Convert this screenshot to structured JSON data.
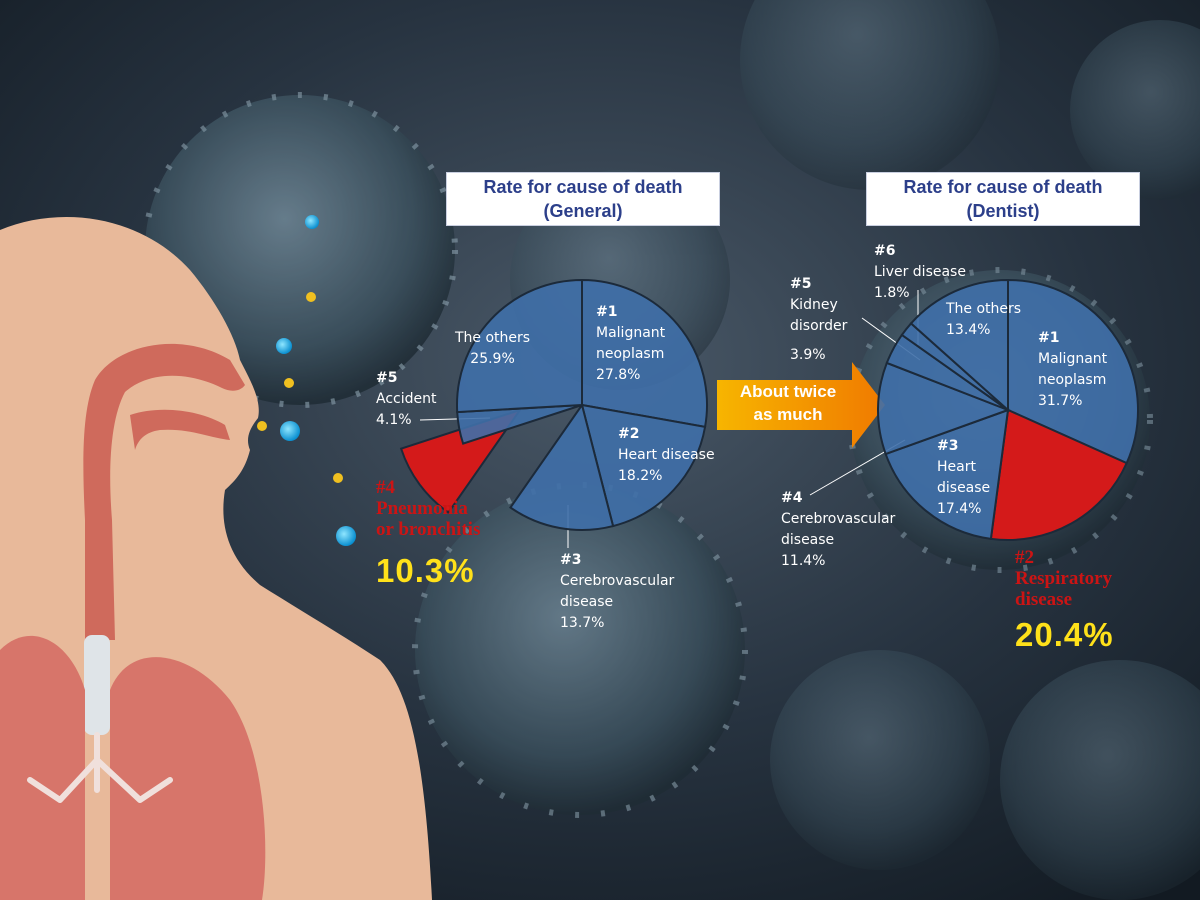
{
  "colors": {
    "slice_blue": "#3f6fa8",
    "slice_red": "#d41a1a",
    "title_text": "#2c3f8a",
    "highlight_yellow": "#ffe11a",
    "arrow_orange": "#f28a00"
  },
  "arrow": {
    "line1": "About twice",
    "line2": "as much"
  },
  "chart_data": [
    {
      "type": "pie",
      "title": [
        "Rate for cause of death",
        "(General)"
      ],
      "slices": [
        {
          "rank": "#1",
          "name": [
            "Malignant",
            "neoplasm"
          ],
          "value": 27.8,
          "label": "27.8%",
          "highlight": false
        },
        {
          "rank": "#2",
          "name": [
            "Heart disease"
          ],
          "value": 18.2,
          "label": "18.2%",
          "highlight": false
        },
        {
          "rank": "#3",
          "name": [
            "Cerebrovascular",
            "disease"
          ],
          "value": 13.7,
          "label": "13.7%",
          "highlight": false
        },
        {
          "rank": "#4",
          "name": [
            "Pneumonia",
            "or bronchitis"
          ],
          "value": 10.3,
          "label": "10.3%",
          "highlight": true
        },
        {
          "rank": "#5",
          "name": [
            "Accident"
          ],
          "value": 4.1,
          "label": "4.1%",
          "highlight": false
        },
        {
          "rank": "",
          "name": [
            "The others"
          ],
          "value": 25.9,
          "label": "25.9%",
          "highlight": false
        }
      ]
    },
    {
      "type": "pie",
      "title": [
        "Rate for cause of death",
        "(Dentist)"
      ],
      "slices": [
        {
          "rank": "#1",
          "name": [
            "Malignant",
            "neoplasm"
          ],
          "value": 31.7,
          "label": "31.7%",
          "highlight": false
        },
        {
          "rank": "#2",
          "name": [
            "Respiratory",
            "disease"
          ],
          "value": 20.4,
          "label": "20.4%",
          "highlight": true
        },
        {
          "rank": "#3",
          "name": [
            "Heart",
            "disease"
          ],
          "value": 17.4,
          "label": "17.4%",
          "highlight": false
        },
        {
          "rank": "#4",
          "name": [
            "Cerebrovascular",
            "disease"
          ],
          "value": 11.4,
          "label": "11.4%",
          "highlight": false
        },
        {
          "rank": "#5",
          "name": [
            "Kidney",
            "disorder"
          ],
          "value": 3.9,
          "label": "3.9%",
          "highlight": false
        },
        {
          "rank": "#6",
          "name": [
            "Liver disease"
          ],
          "value": 1.8,
          "label": "1.8%",
          "highlight": false
        },
        {
          "rank": "",
          "name": [
            "The others"
          ],
          "value": 13.4,
          "label": "13.4%",
          "highlight": false
        }
      ]
    }
  ]
}
